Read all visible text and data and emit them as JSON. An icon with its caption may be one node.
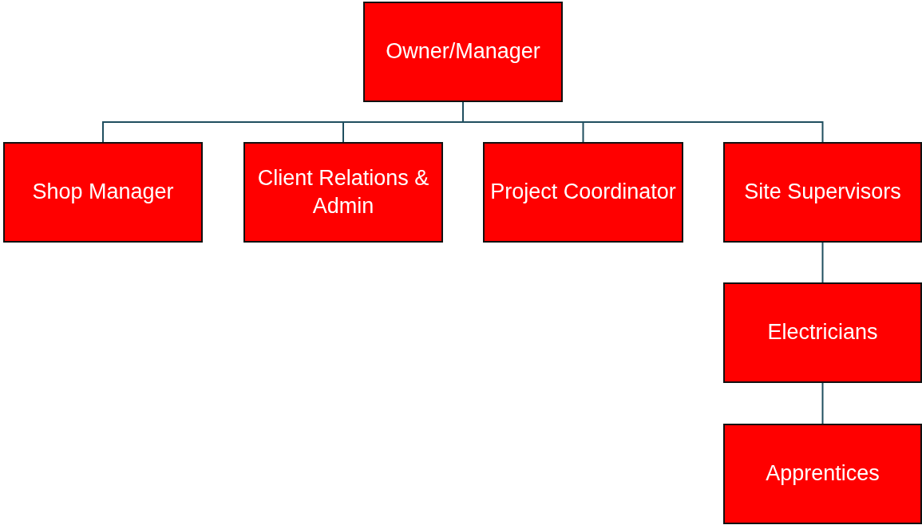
{
  "diagram": {
    "nodes": [
      {
        "text": [
          "Owner/Manager"
        ]
      },
      {
        "text": [
          "Shop Manager"
        ]
      },
      {
        "text": [
          "Client Relations & Admin"
        ]
      },
      {
        "text": [
          "Project Coordinator"
        ]
      },
      {
        "text": [
          "Site Supervisors"
        ]
      },
      {
        "text": [
          "Electricians"
        ]
      },
      {
        "text": [
          "Apprentices"
        ]
      }
    ],
    "edges": [
      {
        "from": 0,
        "to": 1,
        "arrow": "none"
      },
      {
        "from": 0,
        "to": 2,
        "arrow": "none"
      },
      {
        "from": 0,
        "to": 3,
        "arrow": "none"
      },
      {
        "from": 0,
        "to": 4,
        "arrow": "none"
      },
      {
        "from": 4,
        "to": 5,
        "arrow": "none"
      },
      {
        "from": 5,
        "to": 6,
        "arrow": "none"
      }
    ]
  }
}
